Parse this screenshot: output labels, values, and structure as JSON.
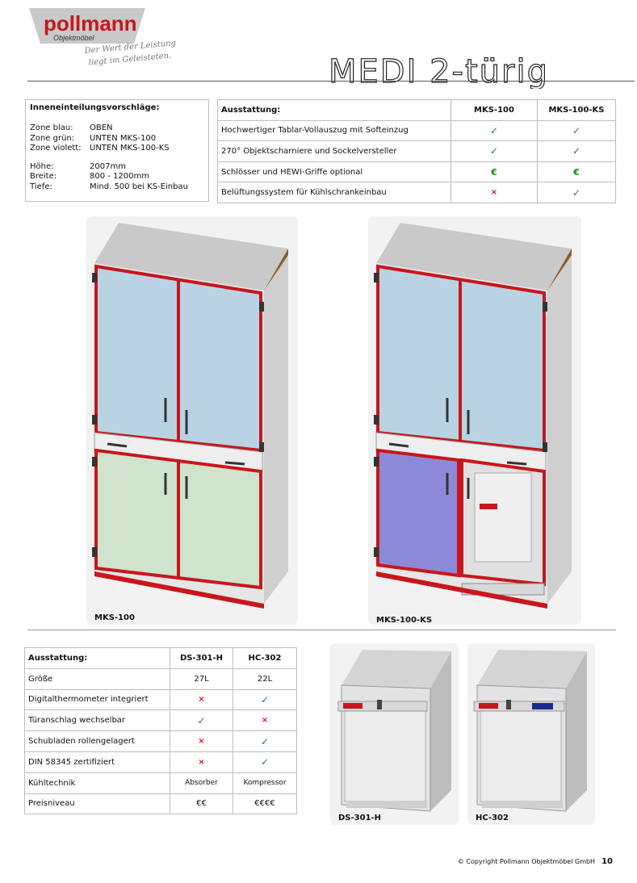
{
  "brand": {
    "logo_text": "pollmann",
    "logo_sub": "Objektmöbel",
    "slogan_line1": "Der Wert der Leistung",
    "slogan_line2": "liegt im Geleisteten."
  },
  "title": "MEDI 2-türig",
  "info": {
    "heading": "Inneneinteilungsvorschläge:",
    "zones": [
      {
        "label": "Zone blau:",
        "value": "OBEN"
      },
      {
        "label": "Zone grün:",
        "value": "UNTEN MKS-100"
      },
      {
        "label": "Zone violett:",
        "value": "UNTEN MKS-100-KS"
      }
    ],
    "dims": [
      {
        "label": "Höhe:",
        "value": "2007mm"
      },
      {
        "label": "Breite:",
        "value": "800 - 1200mm"
      },
      {
        "label": "Tiefe:",
        "value": "Mind. 500 bei KS-Einbau"
      }
    ]
  },
  "table_top": {
    "headers": [
      "Ausstattung:",
      "MKS-100",
      "MKS-100-KS"
    ],
    "rows": [
      {
        "feature": "Hochwertiger Tablar-Vollauszug mit Softeinzug",
        "a": "✓",
        "b": "✓"
      },
      {
        "feature": "270° Objektscharniere und Sockelversteller",
        "a": "✓",
        "b": "✓"
      },
      {
        "feature": "Schlösser und HEWI-Griffe optional",
        "a": "€",
        "b": "€"
      },
      {
        "feature": "Belüftungssystem für Kühlschrankeinbau",
        "a": "×",
        "b": "✓"
      }
    ]
  },
  "captions": {
    "left": "MKS-100",
    "right": "MKS-100-KS",
    "fridge_left": "DS-301-H",
    "fridge_right": "HC-302"
  },
  "table_bottom": {
    "headers": [
      "Ausstattung:",
      "DS-301-H",
      "HC-302"
    ],
    "rows": [
      {
        "feature": "Größe",
        "a": "27L",
        "b": "22L"
      },
      {
        "feature": "Digitalthermometer integriert",
        "a": "×",
        "b": "✓"
      },
      {
        "feature": "Türanschlag wechselbar",
        "a": "✓",
        "b": "×"
      },
      {
        "feature": "Schubladen rollengelagert",
        "a": "×",
        "b": "✓"
      },
      {
        "feature": "DIN 58345 zertifiziert",
        "a": "×",
        "b": "✓"
      },
      {
        "feature": "Kühltechnik",
        "a": "Absorber",
        "b": "Kompressor"
      },
      {
        "feature": "Preisniveau",
        "a": "€€",
        "b": "€€€€"
      }
    ]
  },
  "footer": {
    "copyright": "© Copyright Pollmann Objektmöbel GmbH",
    "page": "10"
  },
  "colors": {
    "frame_red": "#c8161c",
    "zone_blue": "#b9d3e3",
    "zone_green": "#cfe3cd",
    "zone_violet": "#8c8ad8",
    "body_grey": "#dcdcdc",
    "check_green": "#1f8a2a",
    "cross_red": "#d11a1a"
  }
}
